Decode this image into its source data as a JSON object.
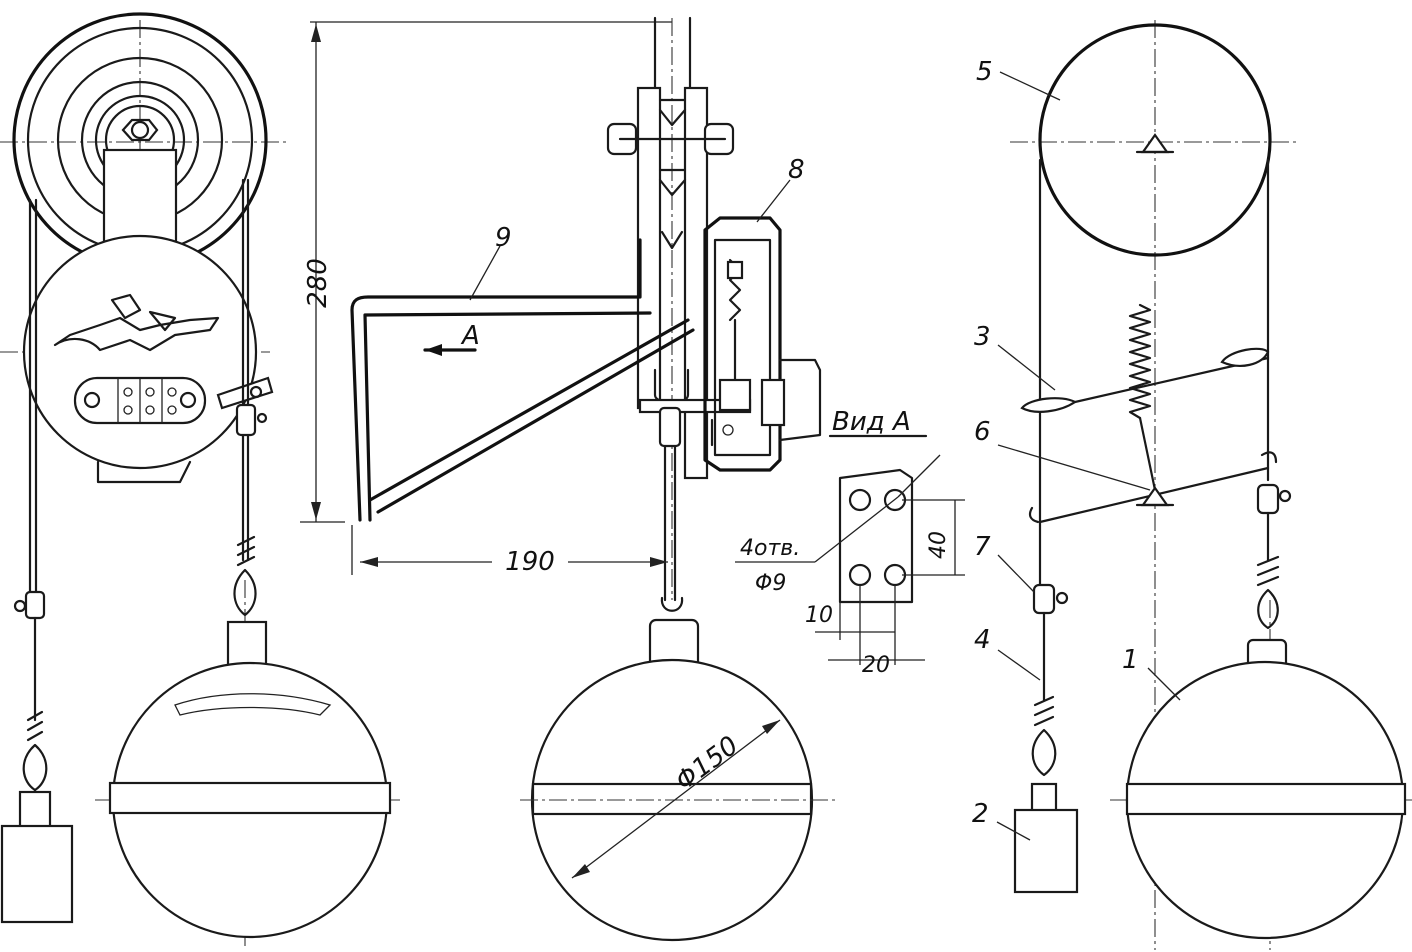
{
  "part_numbers": {
    "p1": "1",
    "p2": "2",
    "p3": "3",
    "p4": "4",
    "p5": "5",
    "p6": "6",
    "p7": "7",
    "p8": "8",
    "p9": "9"
  },
  "dimensions": {
    "height": "280",
    "width": "190",
    "float_diameter": "Φ150",
    "holes_note_line1": "4отв.",
    "holes_note_line2": "Φ9",
    "hole_spacing_vertical": "40",
    "hole_offset": "10",
    "hole_spacing_horizontal": "20"
  },
  "view_labels": {
    "arrow_label": "A",
    "view_title": "Вид А"
  }
}
